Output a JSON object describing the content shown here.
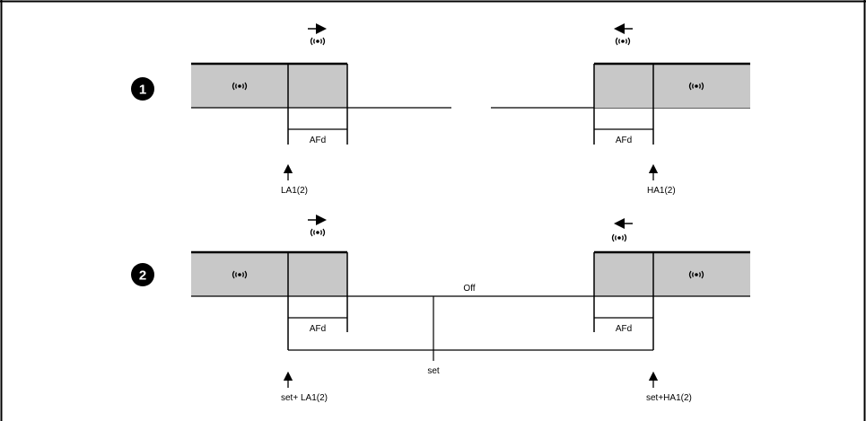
{
  "diagram_1": {
    "badge": "1",
    "afd_left": "AFd",
    "afd_right": "AFd",
    "low_label": "LA1(2)",
    "high_label": "HA1(2)",
    "icon": "alarm-buzzer-icon"
  },
  "diagram_2": {
    "badge": "2",
    "off_label": "Off",
    "afd_left": "AFd",
    "afd_right": "AFd",
    "set_label": "set",
    "low_label": "set+ LA1(2)",
    "high_label": "set+HA1(2)",
    "icon": "alarm-buzzer-icon"
  },
  "colors": {
    "alarm_fill": "#c8c8c8",
    "line": "#000000",
    "background": "#ffffff"
  }
}
